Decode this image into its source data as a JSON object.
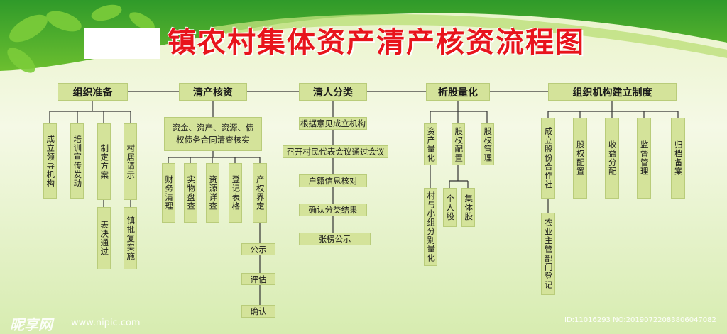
{
  "title": "镇农村集体资产清产核资流程图",
  "categories": [
    {
      "label": "组织准备",
      "steps": [
        "成立领导机构",
        "培训宣传发动",
        "制定方案",
        "村居请示",
        "表决通过",
        "镇批复实施"
      ]
    },
    {
      "label": "清产核资",
      "steps": [
        "资金、资产、资源、债权债务合同清查核实",
        "财务清理",
        "实物盘查",
        "资源详查",
        "登记表格",
        "产权界定",
        "公示",
        "评估",
        "确认"
      ]
    },
    {
      "label": "清人分类",
      "steps": [
        "根据意见成立机构",
        "召开村民代表会议通过会议",
        "户籍信息核对",
        "确认分类结果",
        "张榜公示"
      ]
    },
    {
      "label": "折股量化",
      "steps": [
        "资产量化",
        "股权配置",
        "股权管理",
        "村与小组分别量化",
        "个人股",
        "集体股"
      ]
    },
    {
      "label": "组织机构建立制度",
      "steps": [
        "成立股份合作社",
        "股权配置",
        "收益分配",
        "监督管理",
        "归档备案",
        "农业主管部门登记"
      ]
    }
  ],
  "watermark": {
    "brand": "昵享网",
    "url": "www.nipic.com",
    "id": "ID:11016293 NO:20190722083806047082"
  }
}
